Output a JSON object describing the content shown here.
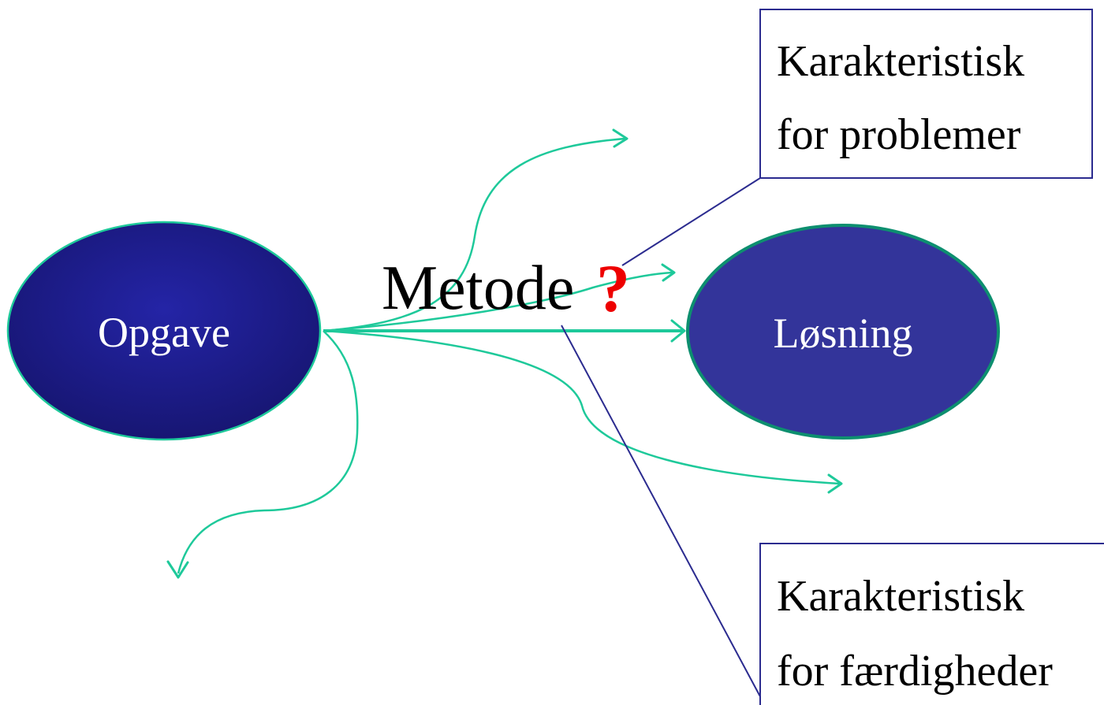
{
  "nodes": {
    "task": {
      "label": "Opgave",
      "color": "#1f1d8e"
    },
    "solution": {
      "label": "Løsning",
      "color": "#33349a"
    }
  },
  "method": {
    "label": "Metode",
    "mark": "?",
    "mark_color": "#ee0000"
  },
  "callouts": {
    "problems": {
      "line1": "Karakteristisk",
      "line2": "for problemer"
    },
    "skills": {
      "line1": "Karakteristisk",
      "line2": "for færdigheder"
    }
  },
  "colors": {
    "arrows": "#1ec99a",
    "leader_lines": "#2b2b8f",
    "node_border": "#1ec99a"
  }
}
